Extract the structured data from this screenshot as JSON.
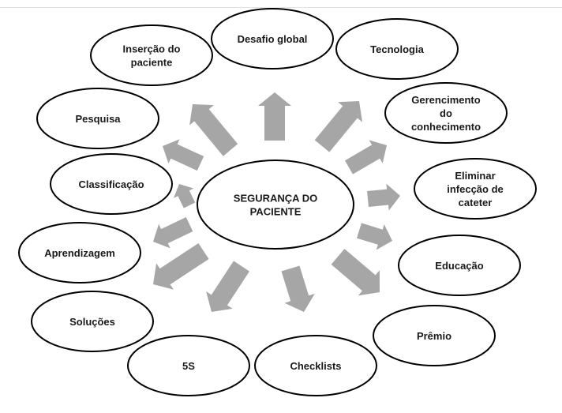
{
  "center": {
    "lines": [
      "SEGURANÇA DO",
      "PACIENTE"
    ]
  },
  "nodes": [
    {
      "id": "desafio-global",
      "lines": [
        "Desafio global"
      ]
    },
    {
      "id": "tecnologia",
      "lines": [
        "Tecnologia"
      ]
    },
    {
      "id": "gerenciamento-do-conhecimento",
      "lines": [
        "Gerencimento",
        "do",
        "conhecimento"
      ]
    },
    {
      "id": "eliminar-infeccao-de-cateter",
      "lines": [
        "Eliminar",
        "infecção de",
        "cateter"
      ]
    },
    {
      "id": "educacao",
      "lines": [
        "Educação"
      ]
    },
    {
      "id": "premio",
      "lines": [
        "Prêmio"
      ]
    },
    {
      "id": "checklists",
      "lines": [
        "Checklists"
      ]
    },
    {
      "id": "5s",
      "lines": [
        "5S"
      ]
    },
    {
      "id": "solucoes",
      "lines": [
        "Soluções"
      ]
    },
    {
      "id": "aprendizagem",
      "lines": [
        "Aprendizagem"
      ]
    },
    {
      "id": "classificacao",
      "lines": [
        "Classificação"
      ]
    },
    {
      "id": "pesquisa",
      "lines": [
        "Pesquisa"
      ]
    },
    {
      "id": "insercao-do-paciente",
      "lines": [
        "Inserção do",
        "paciente"
      ]
    }
  ],
  "colors": {
    "arrow": "#a6a6a6",
    "outline": "#000000",
    "text": "#1a1a1a"
  }
}
